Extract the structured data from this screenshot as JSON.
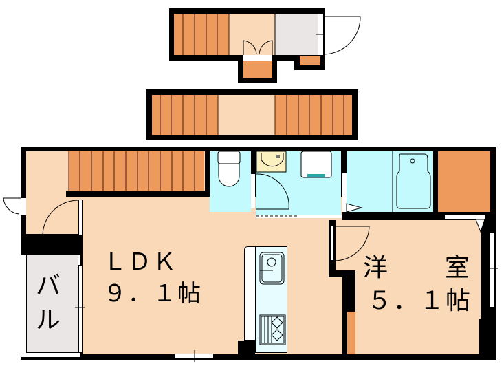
{
  "floorplan": {
    "colors": {
      "wall": "#000000",
      "floor": "#f9d9b8",
      "stairs": "#ee9a5c",
      "wet_area": "#c2fafd",
      "entrance": "#ebe6e6",
      "balcony": "#ebe6e6",
      "basin": "#fbf0c0",
      "cabinet_accent": "#2aa6a6"
    },
    "rooms": {
      "ldk": {
        "name": "ＬＤＫ",
        "size": "９．１帖"
      },
      "western": {
        "name_left": "洋",
        "name_right": "室",
        "size": "５．１帖"
      },
      "balcony": {
        "line1": "バ",
        "line2": "ル"
      }
    },
    "levels": {
      "loft_top": "upper stair landing",
      "loft_middle": "middle stair level",
      "main": "main floor"
    }
  }
}
